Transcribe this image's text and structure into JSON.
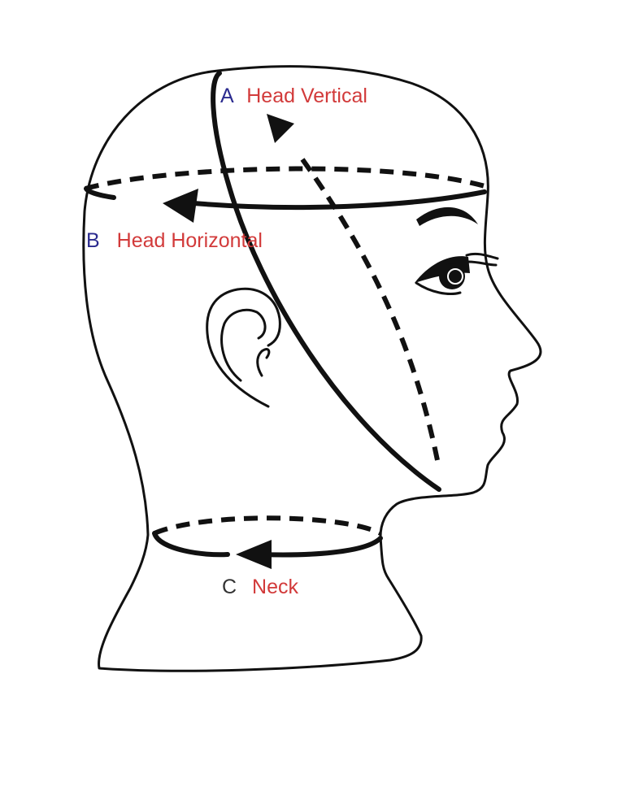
{
  "measurements": [
    {
      "letter": "A",
      "name": "Head Vertical"
    },
    {
      "letter": "B",
      "name": "Head Horizontal"
    },
    {
      "letter": "C",
      "name": "Neck"
    }
  ],
  "colors": {
    "letter_a_b": "#2b2b8f",
    "letter_c": "#333333",
    "measurement_name": "#d23a3a",
    "lines": "#111111"
  }
}
